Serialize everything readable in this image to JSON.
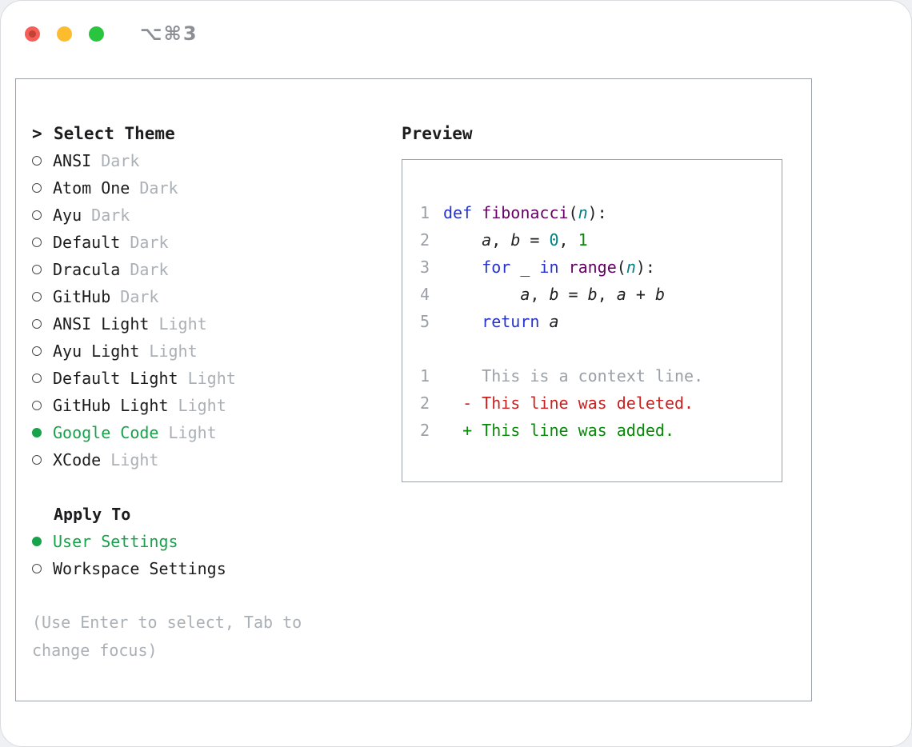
{
  "window": {
    "shortcut": "⌥⌘3"
  },
  "colors": {
    "selection_green": "#16a34a",
    "keyword_blue": "#2633cc",
    "function_purple": "#660066",
    "param_teal": "#008080",
    "number_teal": "#008080",
    "number_green": "#0a8a0a",
    "diff_red": "#cc2020",
    "diff_green": "#0a8a0a",
    "muted_gray": "#9aa0a6"
  },
  "theme_picker": {
    "prompt": ">",
    "title": "Select Theme",
    "items": [
      {
        "name": "ANSI",
        "variant": "Dark",
        "selected": false
      },
      {
        "name": "Atom One",
        "variant": "Dark",
        "selected": false
      },
      {
        "name": "Ayu",
        "variant": "Dark",
        "selected": false
      },
      {
        "name": "Default",
        "variant": "Dark",
        "selected": false
      },
      {
        "name": "Dracula",
        "variant": "Dark",
        "selected": false
      },
      {
        "name": "GitHub",
        "variant": "Dark",
        "selected": false
      },
      {
        "name": "ANSI Light",
        "variant": "Light",
        "selected": false
      },
      {
        "name": "Ayu Light",
        "variant": "Light",
        "selected": false
      },
      {
        "name": "Default Light",
        "variant": "Light",
        "selected": false
      },
      {
        "name": "GitHub Light",
        "variant": "Light",
        "selected": false
      },
      {
        "name": "Google Code",
        "variant": "Light",
        "selected": true
      },
      {
        "name": "XCode",
        "variant": "Light",
        "selected": false
      }
    ]
  },
  "apply_to": {
    "title": "Apply To",
    "options": [
      {
        "label": "User Settings",
        "selected": true
      },
      {
        "label": "Workspace Settings",
        "selected": false
      }
    ]
  },
  "hint": {
    "text": "(Use Enter to select, Tab to\nchange focus)"
  },
  "preview": {
    "title": "Preview",
    "code_lines": [
      {
        "num": "1",
        "tokens": [
          {
            "t": "def ",
            "c": "kw"
          },
          {
            "t": "fibonacci",
            "c": "title"
          },
          {
            "t": "(",
            "c": "plain"
          },
          {
            "t": "n",
            "c": "param"
          },
          {
            "t": "):",
            "c": "plain"
          }
        ]
      },
      {
        "num": "2",
        "tokens": [
          {
            "t": "    ",
            "c": "plain"
          },
          {
            "t": "a",
            "c": "var"
          },
          {
            "t": ", ",
            "c": "plain"
          },
          {
            "t": "b",
            "c": "var"
          },
          {
            "t": " = ",
            "c": "plain"
          },
          {
            "t": "0",
            "c": "num-teal"
          },
          {
            "t": ", ",
            "c": "plain"
          },
          {
            "t": "1",
            "c": "num-green"
          }
        ]
      },
      {
        "num": "3",
        "tokens": [
          {
            "t": "    ",
            "c": "plain"
          },
          {
            "t": "for",
            "c": "kw"
          },
          {
            "t": " _ ",
            "c": "plain"
          },
          {
            "t": "in",
            "c": "kw"
          },
          {
            "t": " ",
            "c": "plain"
          },
          {
            "t": "range",
            "c": "built"
          },
          {
            "t": "(",
            "c": "plain"
          },
          {
            "t": "n",
            "c": "param"
          },
          {
            "t": "):",
            "c": "plain"
          }
        ]
      },
      {
        "num": "4",
        "tokens": [
          {
            "t": "        ",
            "c": "plain"
          },
          {
            "t": "a",
            "c": "var"
          },
          {
            "t": ", ",
            "c": "plain"
          },
          {
            "t": "b",
            "c": "var"
          },
          {
            "t": " = ",
            "c": "plain"
          },
          {
            "t": "b",
            "c": "var"
          },
          {
            "t": ", ",
            "c": "plain"
          },
          {
            "t": "a",
            "c": "var"
          },
          {
            "t": " + ",
            "c": "plain"
          },
          {
            "t": "b",
            "c": "var"
          }
        ]
      },
      {
        "num": "5",
        "tokens": [
          {
            "t": "    ",
            "c": "plain"
          },
          {
            "t": "return",
            "c": "kw"
          },
          {
            "t": " ",
            "c": "plain"
          },
          {
            "t": "a",
            "c": "var"
          }
        ]
      }
    ],
    "diff_lines": [
      {
        "num": "1",
        "text": "    This is a context line.",
        "type": "context"
      },
      {
        "num": "2",
        "text": "  - This line was deleted.",
        "type": "deleted"
      },
      {
        "num": "2",
        "text": "  + This line was added.",
        "type": "added"
      }
    ]
  }
}
